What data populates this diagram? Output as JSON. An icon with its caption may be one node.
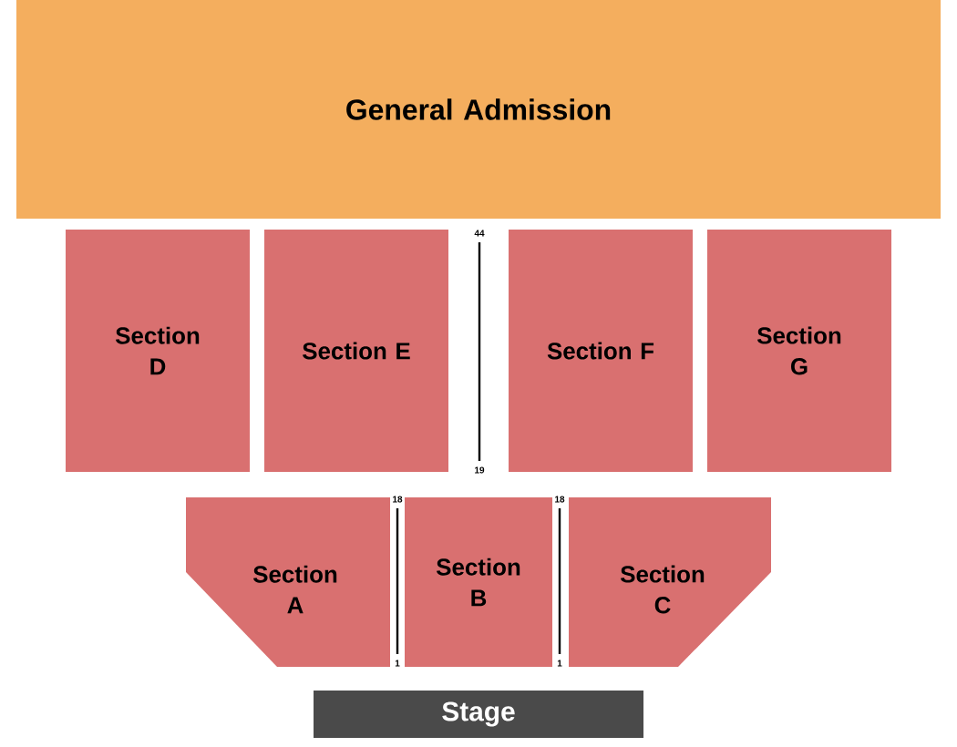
{
  "diagram": {
    "nodes": [
      {
        "text": [
          "General Admission"
        ]
      },
      {
        "text": [
          "Section D"
        ]
      },
      {
        "text": [
          "Section E"
        ]
      },
      {
        "text": [
          "Section F"
        ]
      },
      {
        "text": [
          "Section G"
        ]
      },
      {
        "text": [
          "Section A"
        ]
      },
      {
        "text": [
          "Section B"
        ]
      },
      {
        "text": [
          "Section C"
        ]
      },
      {
        "text": [
          "Stage"
        ]
      }
    ],
    "labels": [
      "44",
      "19",
      "18",
      "1",
      "18",
      "1"
    ]
  }
}
